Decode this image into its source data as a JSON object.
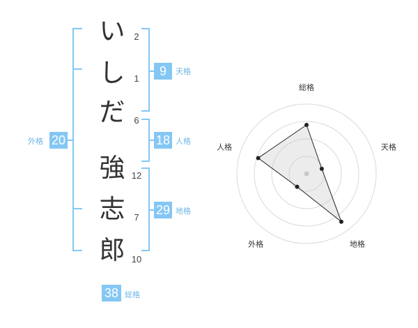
{
  "name": {
    "chars": [
      "い",
      "し",
      "だ",
      "強",
      "志",
      "郎"
    ],
    "strokes": [
      "2",
      "1",
      "6",
      "12",
      "7",
      "10"
    ]
  },
  "kakusu": {
    "tenkaku": {
      "value": "9",
      "label": "天格"
    },
    "jinkaku": {
      "value": "18",
      "label": "人格"
    },
    "chikaku": {
      "value": "29",
      "label": "地格"
    },
    "gaikaku": {
      "value": "20",
      "label": "外格"
    },
    "soukaku": {
      "value": "38",
      "label": "総格"
    }
  },
  "chart_data": {
    "type": "radar",
    "axes": [
      "総格",
      "天格",
      "地格",
      "外格",
      "人格"
    ],
    "values": [
      0.7,
      0.23,
      0.85,
      0.23,
      0.73
    ],
    "range": [
      0,
      1
    ],
    "rings": 4
  },
  "colors": {
    "accent": "#84c7f4",
    "label": "#6db7e6"
  }
}
